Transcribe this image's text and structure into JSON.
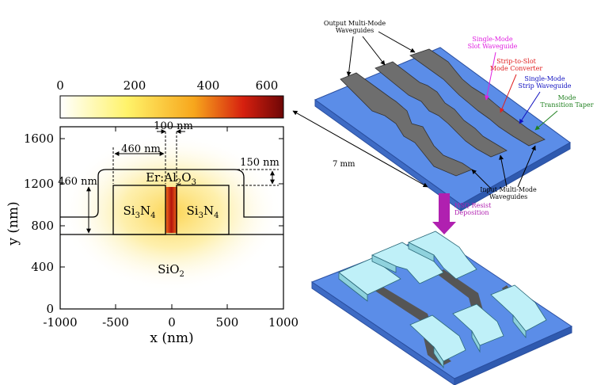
{
  "colorbar": {
    "ticks": [
      "0",
      "200",
      "400",
      "600"
    ],
    "colors": [
      "#ffffff",
      "#fff36a",
      "#f7a61c",
      "#d6200f",
      "#6e0606"
    ]
  },
  "plot": {
    "y_ticks": [
      "1600",
      "1200",
      "800",
      "400",
      "0"
    ],
    "x_ticks": [
      "-1000",
      "-500",
      "0",
      "500",
      "1000"
    ],
    "y_label": "y (nm)",
    "x_label": "x (nm)",
    "dims": {
      "gap": "100 nm",
      "strip_width": "460 nm",
      "height": "460 nm",
      "cladding": "150 nm"
    },
    "materials": {
      "cladding": "Er:Al",
      "cladding_sub": "2",
      "cladding_tail": "O",
      "cladding_sub2": "3",
      "core_left": "Si",
      "core_left_sub": "3",
      "core_left_mid": "N",
      "core_left_sub2": "4",
      "core_right": "Si",
      "core_right_sub": "3",
      "core_right_mid": "N",
      "core_right_sub2": "4",
      "substrate": "SiO",
      "substrate_sub": "2"
    }
  },
  "chip": {
    "labels": {
      "output_l1": "Output Multi-Mode",
      "output_l2": "Waveguides",
      "slot_l1": "Single-Mode",
      "slot_l2": "Slot Waveguide",
      "converter_l1": "Strip-to-Slot",
      "converter_l2": "Mode Converter",
      "strip_l1": "Single-Mode",
      "strip_l2": "Strip Waveguide",
      "taper_l1": "Mode",
      "taper_l2": "Transition Taper",
      "input_l1": "Input Multi-Mode",
      "input_l2": "Waveguides",
      "length": "7 mm"
    },
    "colors": {
      "slot": "#e020e0",
      "converter": "#e02020",
      "strip": "#1010c0",
      "taper": "#208020",
      "substrate": "#5b8de8",
      "waveguide": "#6e6e6e",
      "resist": "#bff0f8"
    }
  },
  "step": {
    "label_l1": "HSQ Resist",
    "label_l2": "Deposition",
    "color": "#b020b0"
  }
}
